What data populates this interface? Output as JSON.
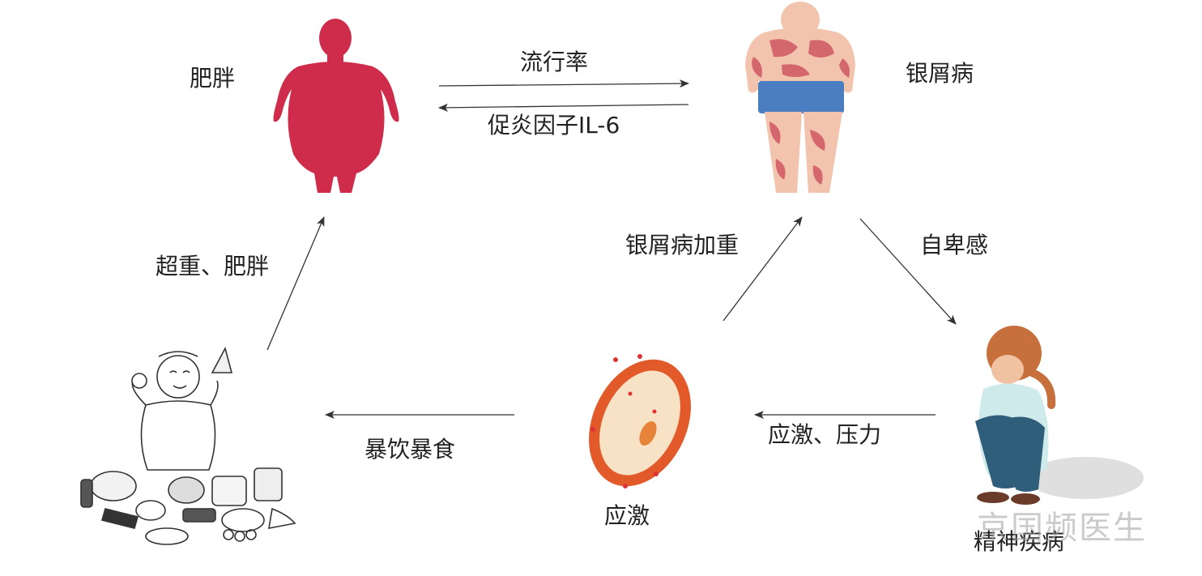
{
  "nodes": {
    "obesity": "肥胖",
    "psoriasis": "银屑病",
    "stress": "应激",
    "mental_illness": "精神疾病"
  },
  "edges": {
    "prevalence": "流行率",
    "il6": "促炎因子IL-6",
    "overweight": "超重、肥胖",
    "aggravated": "银屑病加重",
    "inferiority": "自卑感",
    "binge": "暴饮暴食",
    "pressure": "应激、压力"
  },
  "watermark": "京国频医生",
  "colors": {
    "silhouette": "#cf2b4a",
    "shorts": "#4a7ec0",
    "skin": "#f2c4ad",
    "rash": "#c9485a",
    "cell_outer": "#e25a2a",
    "cell_inner": "#f7e2c6",
    "hair": "#c7703d",
    "shirt": "#cfeaea",
    "pants": "#2f5e7a",
    "arrow": "#333333"
  }
}
